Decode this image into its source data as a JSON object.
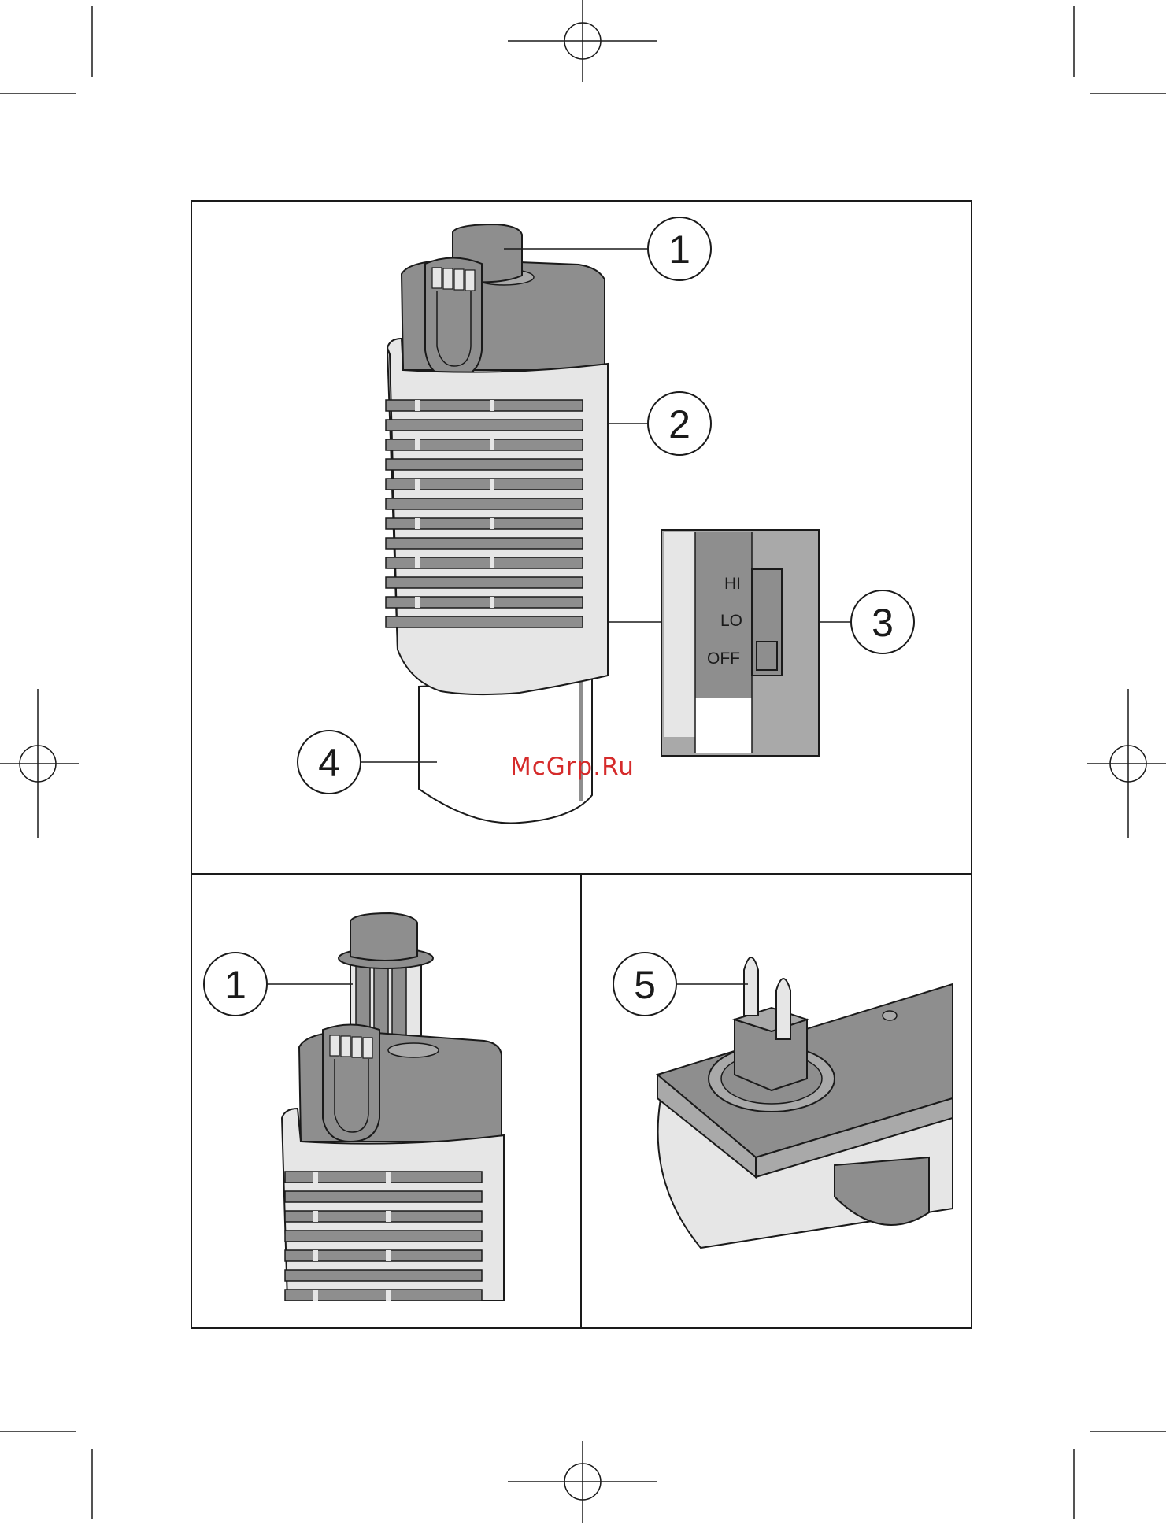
{
  "callouts": {
    "top_one": "1",
    "top_two": "2",
    "top_three": "3",
    "top_four": "4",
    "bottom_one": "1",
    "bottom_five": "5"
  },
  "switch_labels": {
    "hi": "HI",
    "lo": "LO",
    "off": "OFF"
  },
  "watermark": "McGrp.Ru",
  "colors": {
    "dark_gray": "#8e8e8e",
    "mid_gray": "#a9a9a9",
    "light_gray": "#e6e6e6",
    "outline": "#1a1a1a",
    "watermark_red": "#d52b2b"
  }
}
